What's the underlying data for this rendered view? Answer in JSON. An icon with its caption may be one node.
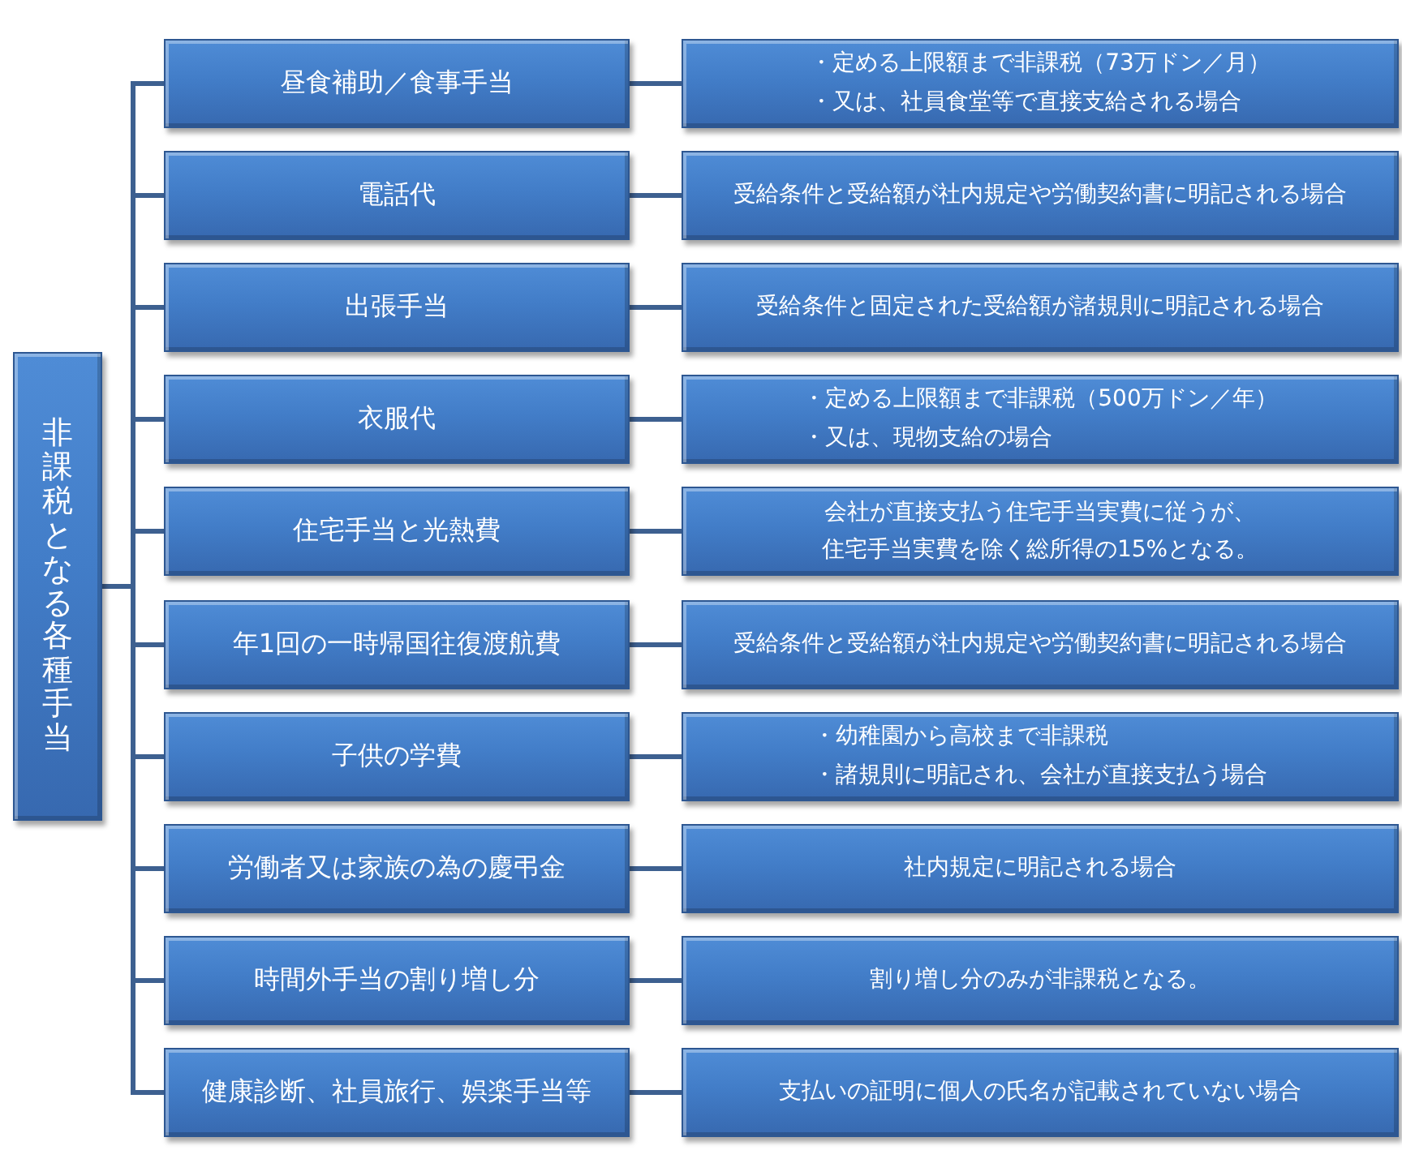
{
  "diagram": {
    "nodes": [
      {
        "text": [
          "非課税となる各種手当"
        ]
      },
      {
        "text": [
          "昼食補助／食事手当"
        ]
      },
      {
        "text": [
          "・定める上限額まで非課税（73万ドン／月）",
          "・又は、社員食堂等で直接支給される場合"
        ]
      },
      {
        "text": [
          "電話代"
        ]
      },
      {
        "text": [
          "受給条件と受給額が社内規定や労働契約書に明記される場合"
        ]
      },
      {
        "text": [
          "出張手当"
        ]
      },
      {
        "text": [
          "受給条件と固定された受給額が諸規則に明記される場合"
        ]
      },
      {
        "text": [
          "衣服代"
        ]
      },
      {
        "text": [
          "・定める上限額まで非課税（500万ドン／年）",
          "・又は、現物支給の場合"
        ]
      },
      {
        "text": [
          "住宅手当と光熱費"
        ]
      },
      {
        "text": [
          "会社が直接支払う住宅手当実費に従うが、住宅手当実費を除く総所得の15%となる。"
        ]
      },
      {
        "text": [
          "年1回の一時帰国往復渡航費"
        ]
      },
      {
        "text": [
          "受給条件と受給額が社内規定や労働契約書に明記される場合"
        ]
      },
      {
        "text": [
          "子供の学費"
        ]
      },
      {
        "text": [
          "・幼稚園から高校まで非課税",
          "・諸規則に明記され、会社が直接支払う場合"
        ]
      },
      {
        "text": [
          "労働者又は家族の為の慶弔金"
        ]
      },
      {
        "text": [
          "社内規定に明記される場合"
        ]
      },
      {
        "text": [
          "時間外手当の割り増し分"
        ]
      },
      {
        "text": [
          "割り増し分のみが非課税となる。"
        ]
      },
      {
        "text": [
          "健康診断、社員旅行、娯楽手当等"
        ]
      },
      {
        "text": [
          "支払いの証明に個人の氏名が記載されていない場合"
        ]
      }
    ],
    "edges": [
      {
        "from": 0,
        "to": 1,
        "arrow": "none"
      },
      {
        "from": 1,
        "to": 2,
        "arrow": "none"
      },
      {
        "from": 0,
        "to": 3,
        "arrow": "none"
      },
      {
        "from": 3,
        "to": 4,
        "arrow": "none"
      },
      {
        "from": 0,
        "to": 5,
        "arrow": "none"
      },
      {
        "from": 5,
        "to": 6,
        "arrow": "none"
      },
      {
        "from": 0,
        "to": 7,
        "arrow": "none"
      },
      {
        "from": 7,
        "to": 8,
        "arrow": "none"
      },
      {
        "from": 0,
        "to": 9,
        "arrow": "none"
      },
      {
        "from": 9,
        "to": 10,
        "arrow": "none"
      },
      {
        "from": 0,
        "to": 11,
        "arrow": "none"
      },
      {
        "from": 11,
        "to": 12,
        "arrow": "none"
      },
      {
        "from": 0,
        "to": 13,
        "arrow": "none"
      },
      {
        "from": 13,
        "to": 14,
        "arrow": "none"
      },
      {
        "from": 0,
        "to": 15,
        "arrow": "none"
      },
      {
        "from": 15,
        "to": 16,
        "arrow": "none"
      },
      {
        "from": 0,
        "to": 17,
        "arrow": "none"
      },
      {
        "from": 17,
        "to": 18,
        "arrow": "none"
      },
      {
        "from": 0,
        "to": 19,
        "arrow": "none"
      },
      {
        "from": 19,
        "to": 20,
        "arrow": "none"
      }
    ]
  }
}
